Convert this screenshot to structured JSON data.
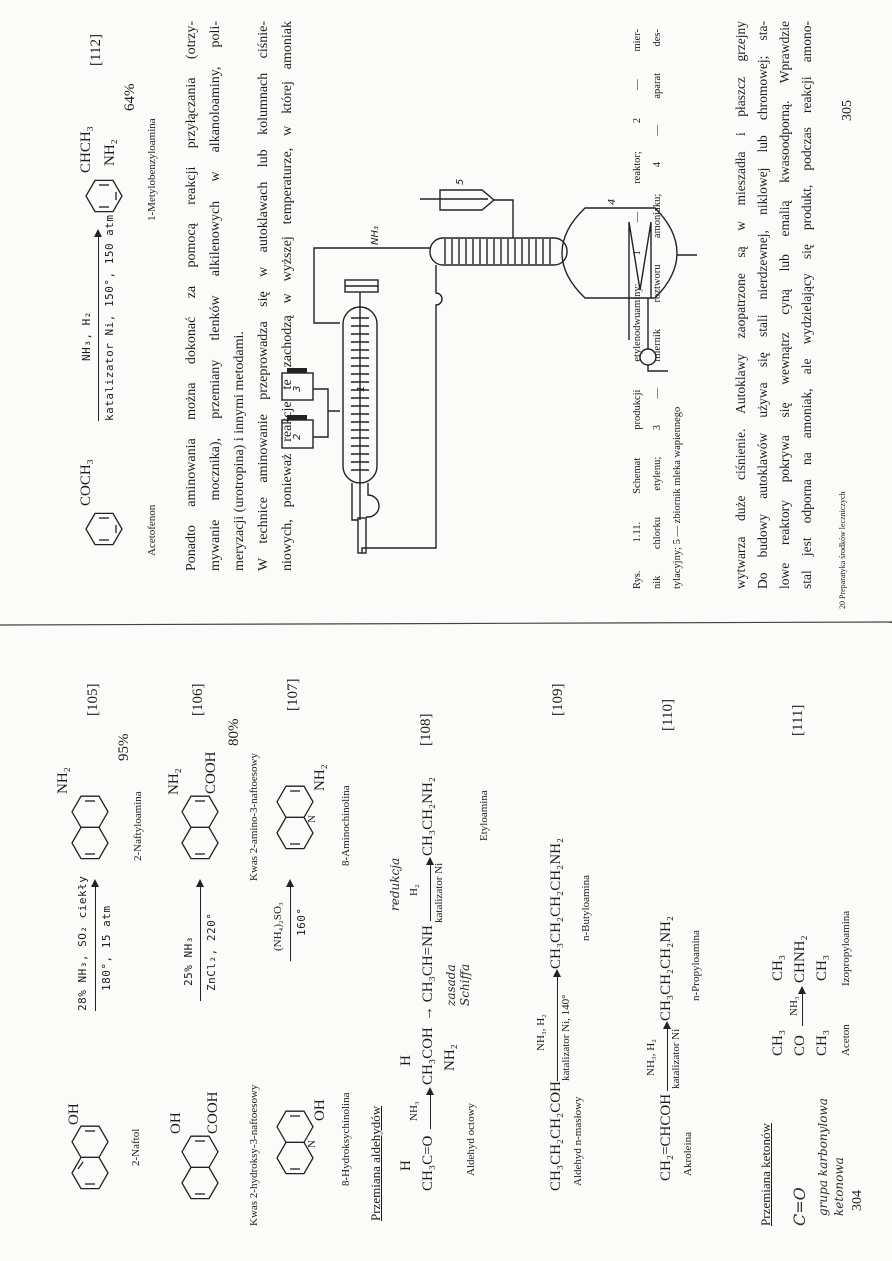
{
  "left_page": {
    "page_number": "304",
    "reaction_105": {
      "reactant_group": "OH",
      "conditions_top": "28% NH₃, SO₂ ciekły",
      "conditions_bottom": "180°, 15 atm",
      "product_group": "NH₂",
      "yield": "95%",
      "ref": "[105]",
      "reactant_name": "2-Naftol",
      "product_name": "2-Naftyloamina"
    },
    "reaction_106": {
      "reactant_group_1": "OH",
      "reactant_group_2": "COOH",
      "conditions_top": "25% NH₃",
      "conditions_bottom": "ZnCl₂, 220°",
      "product_group_1": "NH₂",
      "product_group_2": "COOH",
      "yield": "80%",
      "ref": "[106]",
      "reactant_name": "Kwas 2-hydroksy-3-naftoesowy",
      "product_name": "Kwas 2-amino-3-naftoesowy"
    },
    "reaction_107": {
      "reactant_group": "OH",
      "reactant_n": "N",
      "conditions_top": "(NH₄)₂SO₃",
      "conditions_bottom": "160°",
      "product_group": "NH₂",
      "product_n": "N",
      "ref": "[107]",
      "reactant_name": "8-Hydroksychinolina",
      "product_name": "8-Aminochinolina"
    },
    "heading_aldehydes": "Przemiana aldehydów",
    "reaction_108": {
      "h1": "H",
      "reactant": "CH₃C=O",
      "reagent": "NH₃",
      "h2": "H",
      "intermediate": "CH₃COH",
      "nh2": "NH₂",
      "imine": "→ CH₃CH=NH",
      "reagent2": "H₂",
      "catalyst": "katalizator Ni",
      "product": "CH₃CH₂NH₂",
      "ref": "[108]",
      "reactant_name": "Aldehyd octowy",
      "product_name": "Etyloamina",
      "note_reduction": "redukcja",
      "note_schiff": "zasada Schiffa"
    },
    "reaction_109": {
      "reactant": "CH₃CH₂CH₂COH",
      "reagents": "NH₃, H₂",
      "catalyst": "katalizator Ni, 140°",
      "product": "CH₃CH₂CH₂CH₂NH₂",
      "ref": "[109]",
      "reactant_name": "Aldehyd n-masłowy",
      "product_name": "n-Butyloamina"
    },
    "reaction_110": {
      "reactant": "CH₂=CHCOH",
      "reagents": "NH₃, H₂",
      "catalyst": "katalizator Ni",
      "product": "CH₃CH₂CH₂NH₂",
      "ref": "[110]",
      "reactant_name": "Akroleina",
      "product_name": "n-Propyloamina"
    },
    "heading_ketones": "Przemiana ketonów",
    "reaction_111": {
      "reactant_top": "CH₃",
      "reactant_mid": "CO",
      "reactant_bottom": "CH₃",
      "reagent": "NH₃",
      "product_top": "CH₃",
      "product_mid": "CHNH₂",
      "product_bottom": "CH₃",
      "ref": "[111]",
      "reactant_name": "Aceton",
      "product_name": "Izopropyloamina",
      "note_carbonyl": "C=O",
      "note_group": "grupa karbonylowa ketonowa"
    }
  },
  "right_page": {
    "page_number": "305",
    "reaction_112": {
      "reactant_group": "COCH₃",
      "conditions_top": "NH₃, H₂",
      "conditions_bottom": "katalizator Ni, 150°, 150 atm",
      "product_group": "CHCH₃",
      "product_group_2": "NH₂",
      "yield": "64%",
      "ref": "[112]",
      "reactant_name": "Acetofenon",
      "product_name": "1-Metylobenzyloamina"
    },
    "paragraph_1": [
      "Ponadto aminowania można dokonać za pomocą reakcji przyłączania (otrzy-",
      "mywanie mocznika), przemiany tlenków alkilenowych w alkanoloaminy, poli-",
      "meryzacji (urotropina) i innymi metodami.",
      "W technice aminowanie przeprowadza się w autoklawach lub kolumnach ciśnie-",
      "niowych, ponieważ reakcje te zachodzą w wyższej temperaturze, w której amoniak"
    ],
    "figure_labels": {
      "reactor": "1",
      "meter_2": "2",
      "meter_3": "3",
      "tank": "4",
      "vessel": "5",
      "nh3": "NH₃"
    },
    "caption": [
      "Rys. 1.11. Schemat produkcji etylenodwuaminy: 1 — reaktor; 2 — mier-",
      "nik chlorku etylenu; 3 — miernik roztworu amoniaku; 4 — aparat des-",
      "tylacyjny; 5 — zbiornik mleka wapiennego"
    ],
    "paragraph_2": [
      "wytwarza duże ciśnienie. Autoklawy zaopatrzone są w mieszadła i płaszcz grzejny",
      "Do budowy autoklawów używa się stali nierdzewnej, niklowej lub chromowej; sta-",
      "lowe reaktory pokrywa się wewnątrz cyną lub emalią kwasoodporną. Wprawdzie",
      "stal jest odporna na amoniak, ale wydzielający się produkt, podczas reakcji amono-"
    ],
    "footer": "20 Preparatyka środków leczniczych"
  }
}
